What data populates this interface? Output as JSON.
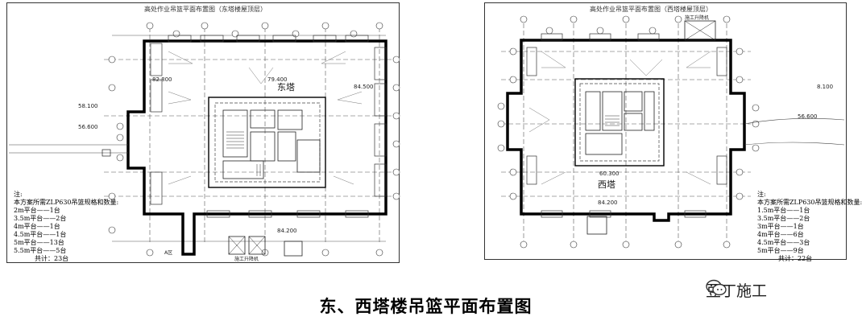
{
  "east": {
    "title": "高处作业吊篮平面布置图（东塔楼屋顶层）",
    "tower_label": "东塔",
    "elevations": [
      "82.800",
      "79.400",
      "84.500",
      "58.100",
      "56.600",
      "84.200"
    ],
    "door_label": "A区",
    "hoist_label": "施工升降机",
    "notes": {
      "heading": "注:",
      "intro": "本方案所需ZLP630吊篮规格和数量:",
      "items": [
        "2m平台——1台",
        "3.5m平台——2台",
        "4m平台——1台",
        "4.5m平台——1台",
        "5m平台——13台",
        "5.5m平台——5台"
      ],
      "total": "共计：23台"
    }
  },
  "west": {
    "title": "高处作业吊篮平面布置图（西塔楼屋顶层）",
    "tower_label": "西塔",
    "elevations": [
      "8.100",
      "56.600",
      "60.300",
      "84.200"
    ],
    "hoist_label": "施工升降机",
    "notes": {
      "heading": "注:",
      "intro": "本方案所需ZLP630吊篮规格和数量:",
      "items": [
        "1.5m平台——1台",
        "3.5m平台——2台",
        "3m平台——1台",
        "4m平台——6台",
        "4.5m平台——3台",
        "5m平台——9台"
      ],
      "total": "共计：22台"
    }
  },
  "caption": "东、西塔楼吊篮平面布置图",
  "watermark": "豆丁施工"
}
